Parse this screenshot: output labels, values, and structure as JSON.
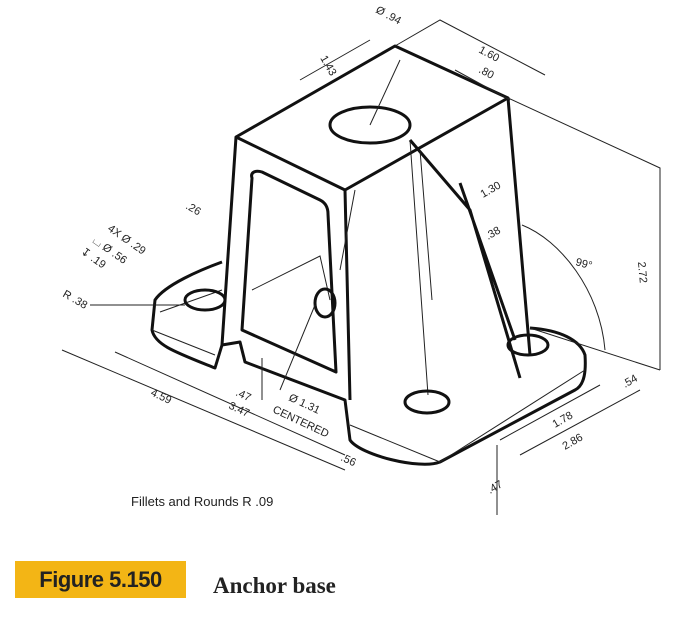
{
  "figure": {
    "number": "Figure 5.150",
    "title": "Anchor base",
    "note": "Fillets and Rounds R .09",
    "accent_color": "#f3b515"
  },
  "dimensions": {
    "top_hole": "Ø .94",
    "top_width": "1.60",
    "top_offset": ".80",
    "top_depth": "1.43",
    "rib_length": "1.30",
    "rib_thickness": ".38",
    "angle": "99°",
    "height": "2.72",
    "wall": ".26",
    "hole_callout_1": "4X Ø .29",
    "hole_callout_2": "⌴ Ø .56",
    "hole_callout_3": "↧ .19",
    "radius": "R .38",
    "base_length": "4.59",
    "hole_spacing": "3.47",
    "base_thickness": ".47",
    "center_hole": "Ø 1.31",
    "centered": "CENTERED",
    "front_offset": ".56",
    "side_offset": ".54",
    "hole_spacing_2": "1.78",
    "base_width": "2.86",
    "base_thickness_2": ".47"
  }
}
